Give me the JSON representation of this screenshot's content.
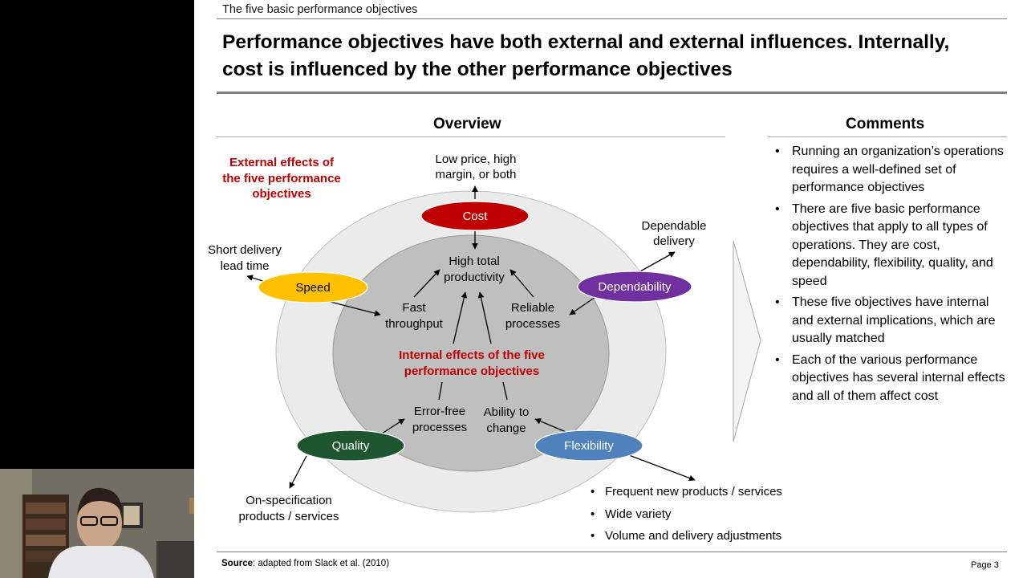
{
  "slide": {
    "section_label": "The five basic performance objectives",
    "headline_line1": "Performance objectives have both external and external influences. Internally,",
    "headline_line2": "cost is influenced by the other performance objectives",
    "overview_title": "Overview",
    "comments_title": "Comments",
    "source_bold": "Source",
    "source_text": ": adapted from Slack et al. (2010)",
    "page_label": "Page  3"
  },
  "diagram": {
    "external_title": [
      "External effects of",
      "the five performance",
      "objectives"
    ],
    "internal_title": [
      "Internal effects of the five",
      "performance objectives"
    ],
    "nodes": {
      "cost": "Cost",
      "speed": "Speed",
      "dependability": "Dependability",
      "quality": "Quality",
      "flexibility": "Flexibility"
    },
    "external_effects": {
      "cost": [
        "Low price, high",
        "margin, or both"
      ],
      "speed": [
        "Short delivery",
        "lead time"
      ],
      "dependability": [
        "Dependable",
        "delivery"
      ],
      "quality": [
        "On-specification",
        "products / services"
      ],
      "flexibility": [
        "Frequent new products / services",
        "Wide variety",
        "Volume and delivery adjustments"
      ]
    },
    "internal_effects": {
      "center": [
        "High total",
        "productivity"
      ],
      "speed": [
        "Fast",
        "throughput"
      ],
      "dependability": [
        "Reliable",
        "processes"
      ],
      "quality": [
        "Error-free",
        "processes"
      ],
      "flexibility": [
        "Ability to",
        "change"
      ]
    }
  },
  "comments": [
    "Running an organization’s operations requires a well-defined set of performance objectives",
    "There are five basic performance objectives that apply to all types of operations. They are cost, dependability, flexibility, quality, and speed",
    "These five objectives have internal and external implications, which are usually matched",
    "Each of the various performance objectives has several internal effects and all of them affect cost"
  ],
  "colors": {
    "cost": "#c00000",
    "speed": "#ffc000",
    "dependability": "#7030a0",
    "quality": "#1e5631",
    "flexibility": "#4f81bd",
    "accent_red": "#c00000",
    "outer_ring": "#ebebeb",
    "inner_ring": "#bfbfbf"
  }
}
